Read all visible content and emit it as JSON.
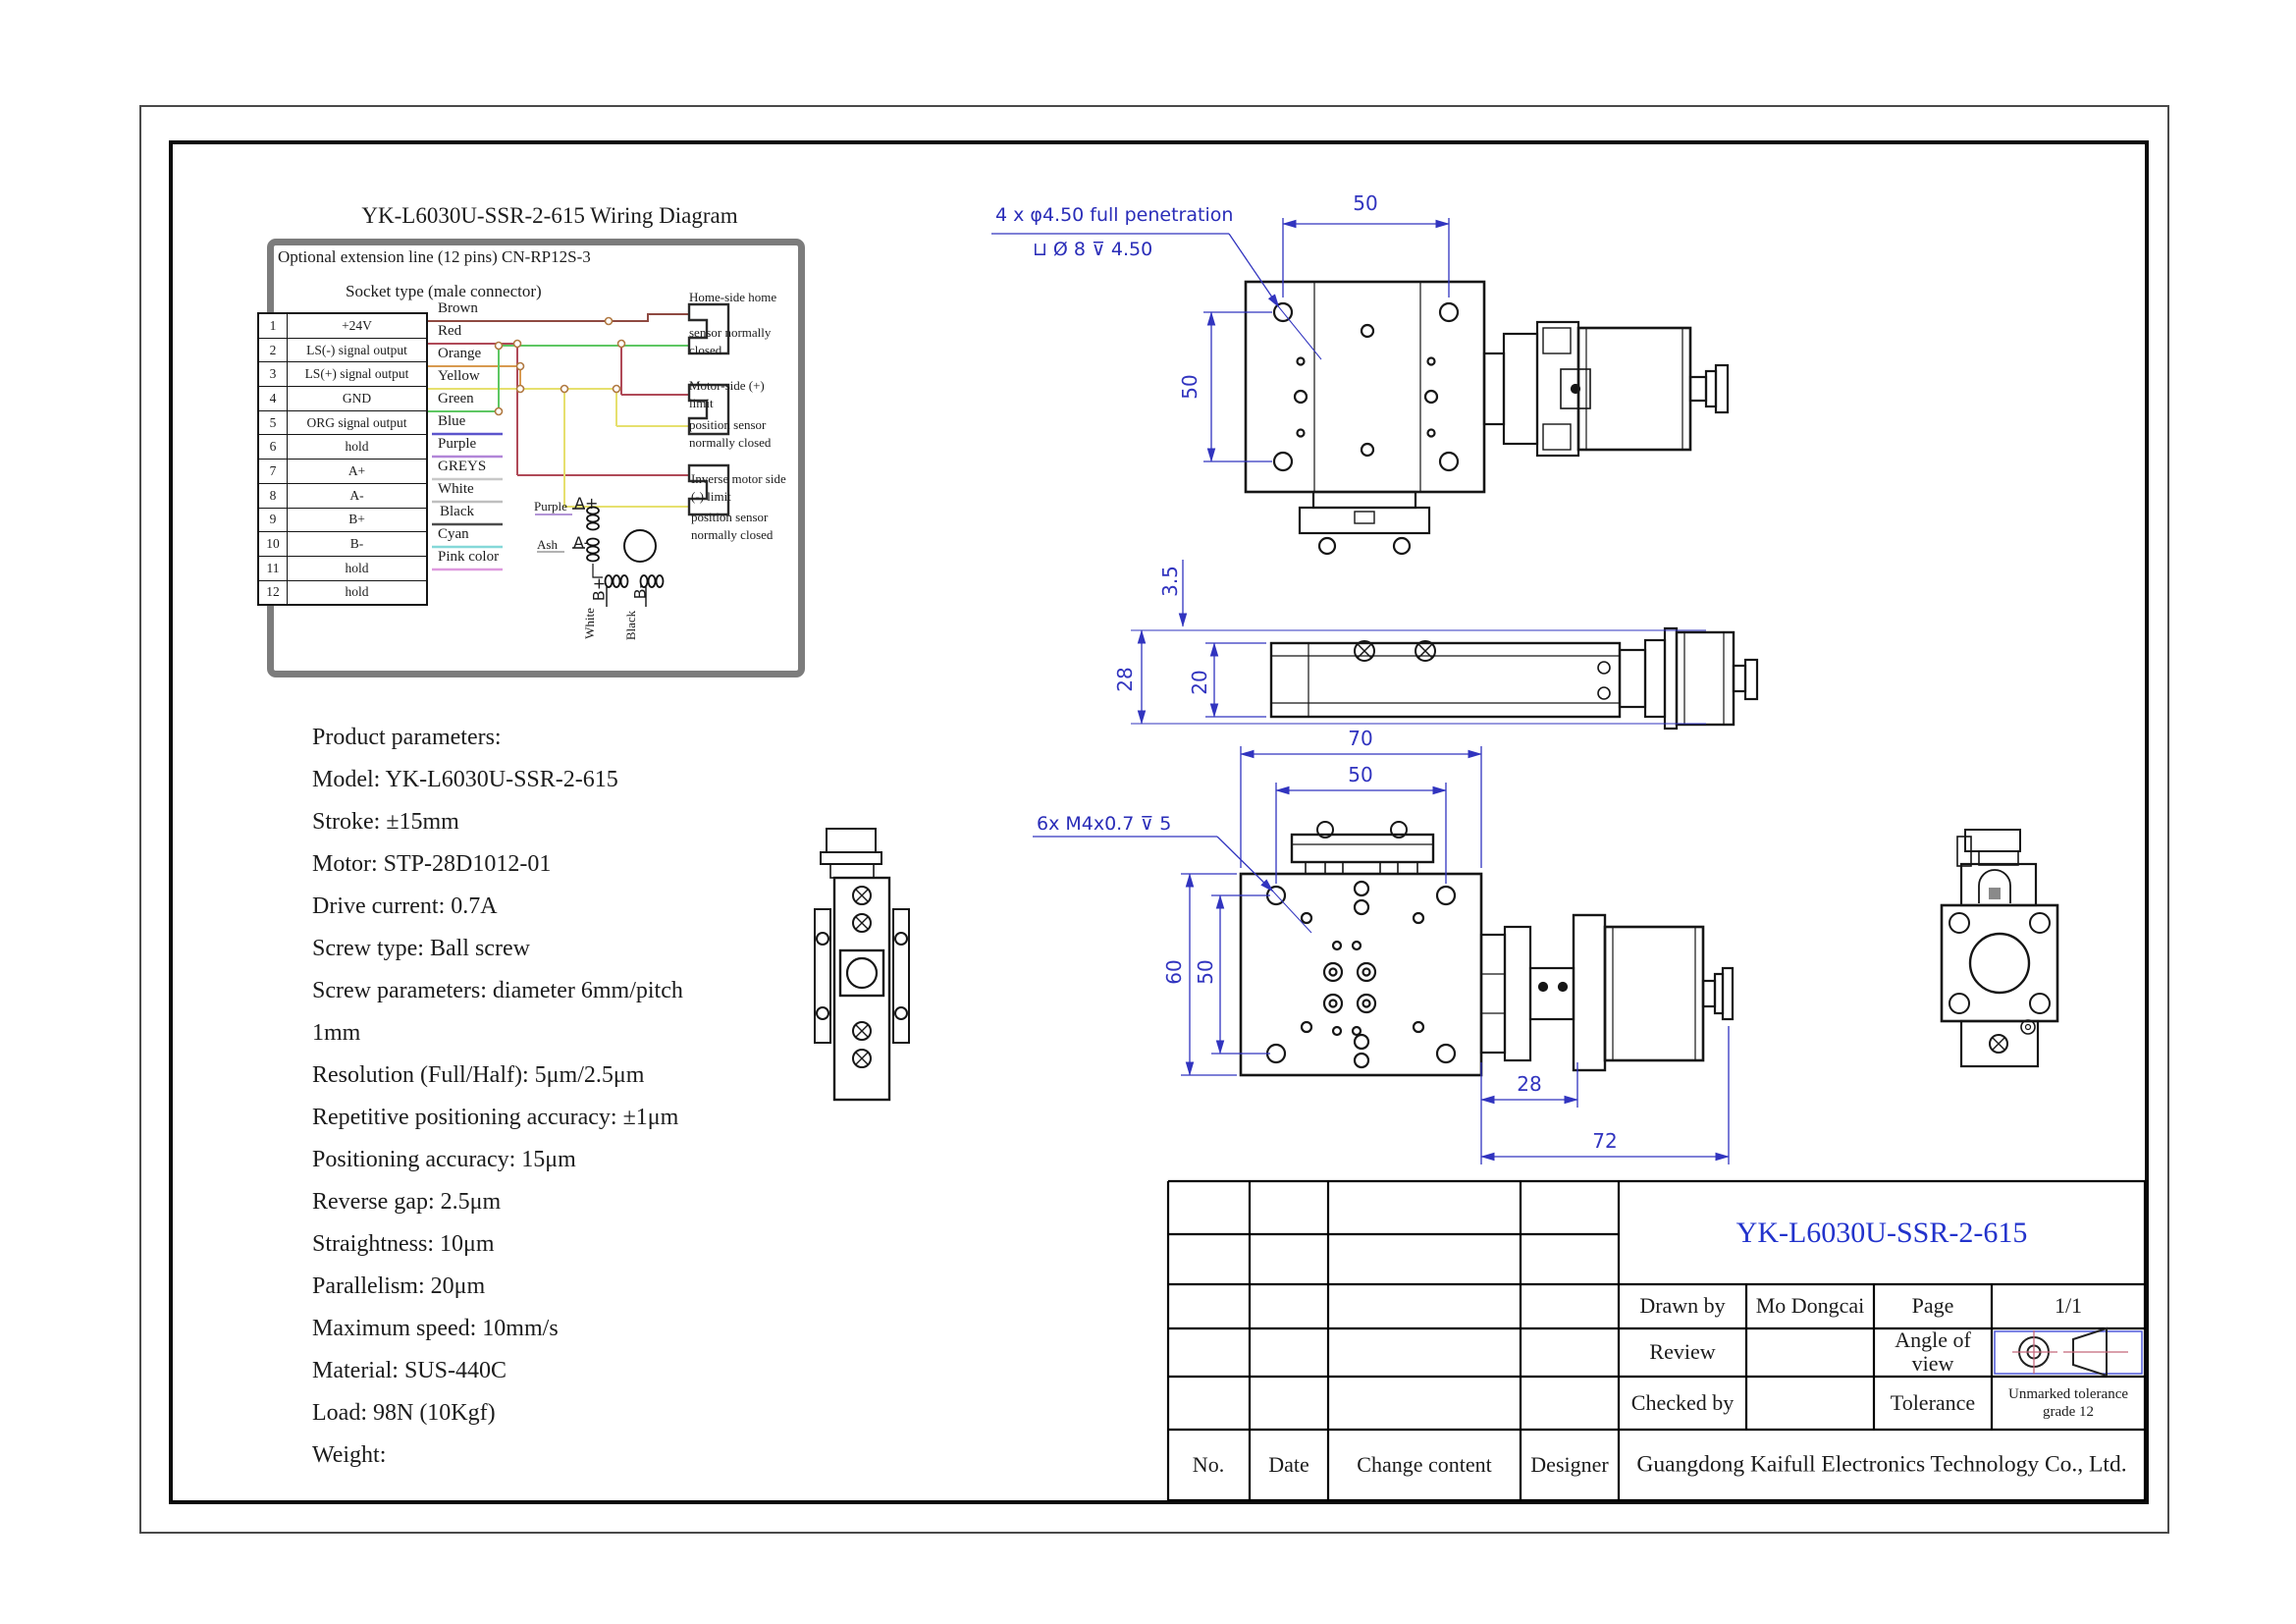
{
  "wiring": {
    "title": "YK-L6030U-SSR-2-615 Wiring Diagram",
    "optional_line": "Optional extension line (12 pins) CN-RP12S-3",
    "socket_type": "Socket type (male connector)",
    "pins": [
      {
        "num": "1",
        "label": "+24V"
      },
      {
        "num": "2",
        "label": "LS(-) signal output"
      },
      {
        "num": "3",
        "label": "LS(+) signal output"
      },
      {
        "num": "4",
        "label": "GND"
      },
      {
        "num": "5",
        "label": "ORG signal output"
      },
      {
        "num": "6",
        "label": "hold"
      },
      {
        "num": "7",
        "label": "A+"
      },
      {
        "num": "8",
        "label": "A-"
      },
      {
        "num": "9",
        "label": "B+"
      },
      {
        "num": "10",
        "label": "B-"
      },
      {
        "num": "11",
        "label": "hold"
      },
      {
        "num": "12",
        "label": "hold"
      }
    ],
    "wires": [
      {
        "name": "Brown",
        "color": "#8f4a42"
      },
      {
        "name": "Red",
        "color": "#b04a58"
      },
      {
        "name": "Orange",
        "color": "#d89a50"
      },
      {
        "name": "Yellow",
        "color": "#e6e06e"
      },
      {
        "name": "Green",
        "color": "#5ec763"
      },
      {
        "name": "Blue",
        "color": "#5c55cc"
      },
      {
        "name": "Purple",
        "color": "#b286d8"
      },
      {
        "name": "GREYS",
        "color": "#c8c8c8"
      },
      {
        "name": "White",
        "color": "#bfbfbf"
      },
      {
        "name": "Black",
        "color": "#4d4d4d"
      },
      {
        "name": "Cyan",
        "color": "#84d8d8"
      },
      {
        "name": "Pink color",
        "color": "#de9ade"
      }
    ],
    "sensors": [
      {
        "l1": "Home-side home",
        "l2": "sensor normally",
        "l3": "closed",
        "l4": ""
      },
      {
        "l1": "Motor-side (+)",
        "l2": "limit",
        "l3": "position sensor",
        "l4": "normally closed"
      },
      {
        "l1": "Inverse motor side",
        "l2": "(-) limit",
        "l3": "position sensor",
        "l4": "normally closed"
      }
    ],
    "motor": {
      "a_plus_wire": "Purple",
      "a_plus": "A+",
      "a_minus_wire": "Ash",
      "a_minus": "A-",
      "b_plus_wire": "White",
      "b_plus": "B+",
      "b_minus_wire": "Black",
      "b_minus": "B-"
    }
  },
  "params": {
    "lines": [
      "Product parameters:",
      "Model: YK-L6030U-SSR-2-615",
      "Stroke: ±15mm",
      "Motor: STP-28D1012-01",
      "Drive current: 0.7A",
      "Screw type: Ball screw",
      "Screw parameters: diameter 6mm/pitch",
      "1mm",
      "Resolution (Full/Half): 5μm/2.5μm",
      "Repetitive positioning accuracy: ±1μm",
      "Positioning accuracy: 15μm",
      "Reverse gap: 2.5μm",
      "Straightness: 10μm",
      "Parallelism: 20μm",
      "Maximum speed: 10mm/s",
      "Material: SUS-440C",
      "Load: 98N (10Kgf)",
      "Weight:"
    ]
  },
  "annotations": {
    "counterbore_note": "4 x φ4.50 full penetration",
    "counterbore_spec": "⊔ Ø 8  ⊽ 4.50",
    "tap_note": "6x M4x0.7  ⊽ 5"
  },
  "dims": {
    "top_width": "50",
    "top_height": "50",
    "side_plate": "3.5",
    "side_total": "28",
    "side_body": "20",
    "bottom_width": "70",
    "bottom_hole_span": "50",
    "bottom_height": "60",
    "bottom_hole_span_v": "50",
    "motor_flange": "28",
    "motor_length": "72"
  },
  "titleblock": {
    "part_number": "YK-L6030U-SSR-2-615",
    "drawn_by_label": "Drawn by",
    "drawn_by_value": "Mo Dongcai",
    "page_label": "Page",
    "page_value": "1/1",
    "review_label": "Review",
    "review_value": "",
    "angle_label": "Angle of view",
    "checked_label": "Checked by",
    "checked_value": "",
    "tolerance_label": "Tolerance",
    "tolerance_value": "Unmarked tolerance grade 12",
    "no_label": "No.",
    "date_label": "Date",
    "change_label": "Change content",
    "designer_label": "Designer",
    "company": "Guangdong Kaifull Electronics Technology Co., Ltd."
  }
}
